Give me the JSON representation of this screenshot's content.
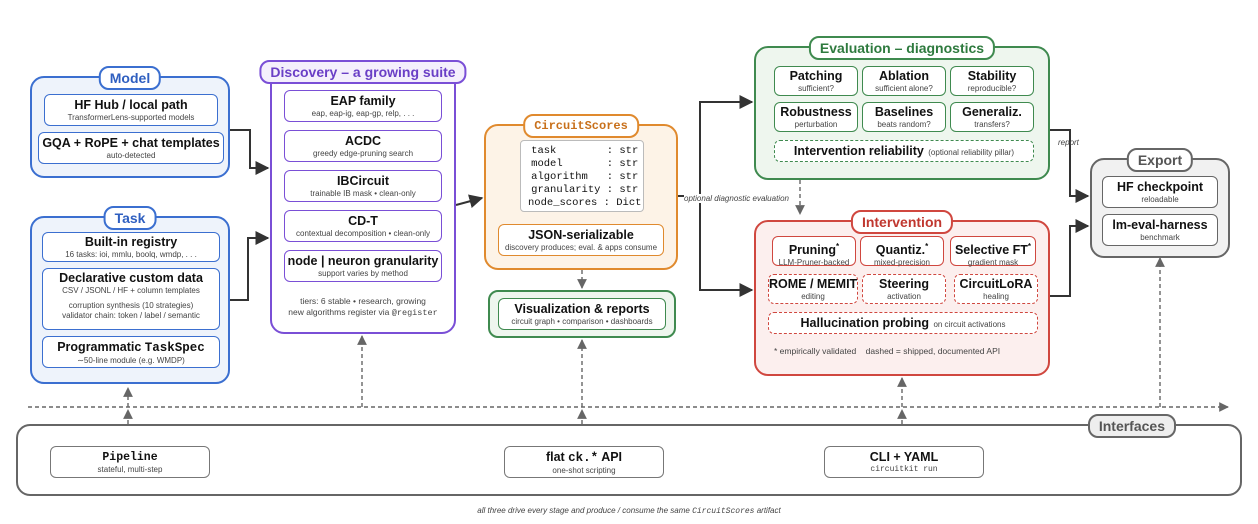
{
  "model": {
    "title": "Model",
    "items": [
      {
        "label": "HF Hub / local path",
        "sub": "TransformerLens-supported models"
      },
      {
        "label": "GQA + RoPE + chat templates",
        "sub": "auto-detected"
      }
    ]
  },
  "task": {
    "title": "Task",
    "items": [
      {
        "label": "Built-in registry",
        "sub": "16 tasks: ioi, mmlu, boolq, wmdp, . . ."
      },
      {
        "label": "Declarative custom data",
        "sub": "CSV / JSONL / HF + column templates",
        "sub2": "corruption synthesis (10 strategies)",
        "sub3": "validator chain: token / label / semantic"
      },
      {
        "label_prefix": "Programmatic ",
        "label_code": "TaskSpec",
        "sub": "∼50-line module (e.g. WMDP)"
      }
    ]
  },
  "discovery": {
    "title": "Discovery – a growing suite",
    "items": [
      {
        "label": "EAP family",
        "sub": "eap, eap-ig, eap-gp, relp, . . ."
      },
      {
        "label": "ACDC",
        "sub": "greedy edge-pruning search"
      },
      {
        "label": "IBCircuit",
        "sub": "trainable IB mask • clean-only"
      },
      {
        "label": "CD-T",
        "sub": "contextual decomposition • clean-only"
      },
      {
        "label": "node | neuron granularity",
        "sub": "support varies by method"
      }
    ],
    "note1": "tiers: 6 stable • research, growing",
    "note2_prefix": "new algorithms register via ",
    "note2_code": "@register"
  },
  "scores": {
    "title": "CircuitScores",
    "fields": "task        : str\nmodel       : str\nalgorithm   : str\ngranularity : str\nnode_scores : Dict",
    "json_label": "JSON-serializable",
    "json_sub": "discovery produces; eval. & apps consume"
  },
  "viz": {
    "label": "Visualization & reports",
    "sub": "circuit graph • comparison • dashboards"
  },
  "evaluation": {
    "title": "Evaluation – diagnostics",
    "cells": [
      {
        "label": "Patching",
        "sub": "sufficient?"
      },
      {
        "label": "Ablation",
        "sub": "sufficient alone?"
      },
      {
        "label": "Stability",
        "sub": "reproducible?"
      },
      {
        "label": "Robustness",
        "sub": "perturbation"
      },
      {
        "label": "Baselines",
        "sub": "beats random?"
      },
      {
        "label": "Generaliz.",
        "sub": "transfers?"
      }
    ],
    "reliability_label": "Intervention reliability",
    "reliability_sub": "(optional reliability pillar)"
  },
  "intervention": {
    "title": "Intervention",
    "cells": [
      {
        "label": "Pruning",
        "sup": "*",
        "sub": "LLM-Pruner-backed"
      },
      {
        "label": "Quantiz.",
        "sup": "*",
        "sub": "mixed-precision"
      },
      {
        "label": "Selective FT",
        "sup": "*",
        "sub": "gradient mask"
      },
      {
        "label": "ROME / MEMIT",
        "sub": "editing"
      },
      {
        "label": "Steering",
        "sub": "activation"
      },
      {
        "label": "CircuitLoRA",
        "sub": "healing"
      }
    ],
    "probing_label": "Hallucination probing",
    "probing_sub": "on circuit activations",
    "footnote": "* empirically validated    dashed = shipped, documented API"
  },
  "export": {
    "title": "Export",
    "items": [
      {
        "label": "HF checkpoint",
        "sub": "reloadable"
      },
      {
        "label": "lm-eval-harness",
        "sub": "benchmark"
      }
    ]
  },
  "interfaces": {
    "title": "Interfaces",
    "items": [
      {
        "label_code": "Pipeline",
        "sub": "stateful, multi-step"
      },
      {
        "label_prefix": "flat ",
        "label_code": "ck.*",
        "label_suffix": " API",
        "sub": "one-shot scripting"
      },
      {
        "label": "CLI + YAML",
        "sub_code": "circuitkit run"
      }
    ]
  },
  "labels": {
    "optional": "optional diagnostic evaluation",
    "report": "report"
  },
  "footer": {
    "prefix": "all three drive every stage and produce / consume the same ",
    "code": "CircuitScores",
    "suffix": " artifact"
  },
  "colors": {
    "blue": "#3b6fd0",
    "blue_fill": "#eef3fb",
    "purple": "#7a4fd6",
    "orange": "#e08a2e",
    "orange_fill": "#fdf3e7",
    "green": "#3f8a4f",
    "green_fill": "#eef6ee",
    "red": "#d0473f",
    "red_fill": "#fcefee",
    "gray": "#666666",
    "gray_fill": "#f1f1f1"
  }
}
